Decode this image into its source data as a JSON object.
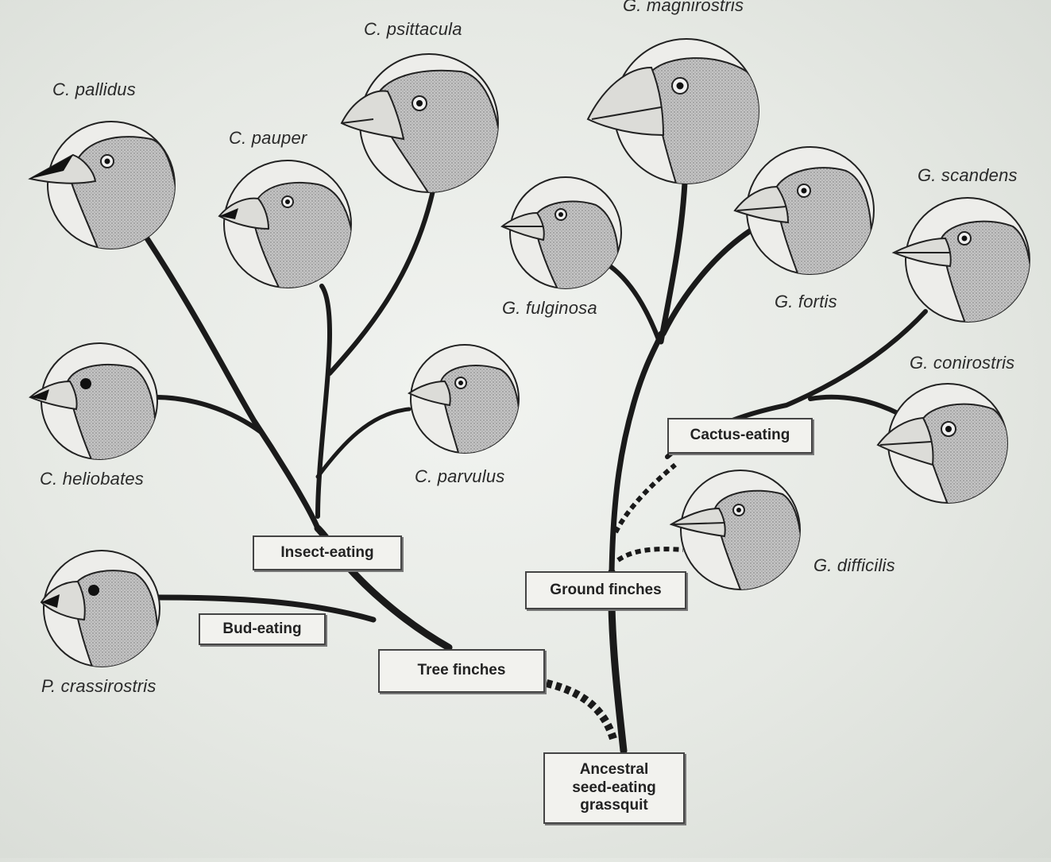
{
  "species": {
    "c_pallidus": "C. pallidus",
    "c_psittacula": "C. psittacula",
    "c_pauper": "C. pauper",
    "g_magnirostris": "G. magnirostris",
    "g_scandens": "G. scandens",
    "g_fortis": "G. fortis",
    "g_fulginosa": "G. fulginosa",
    "g_conirostris": "G. conirostris",
    "c_heliobates": "C. heliobates",
    "c_parvulus": "C. parvulus",
    "g_difficilis": "G. difficilis",
    "p_crassirostris": "P. crassirostris"
  },
  "groups": {
    "insect_eating": "Insect-eating",
    "bud_eating": "Bud-eating",
    "tree_finches": "Tree finches",
    "ground_finches": "Ground finches",
    "cactus_eating": "Cactus-eating",
    "ancestor_line1": "Ancestral",
    "ancestor_line2": "seed-eating",
    "ancestor_line3": "grassquit"
  },
  "colors": {
    "branch": "#1a1a1a",
    "head_fill": "#bdbdbd",
    "circle_stroke": "#222222"
  }
}
